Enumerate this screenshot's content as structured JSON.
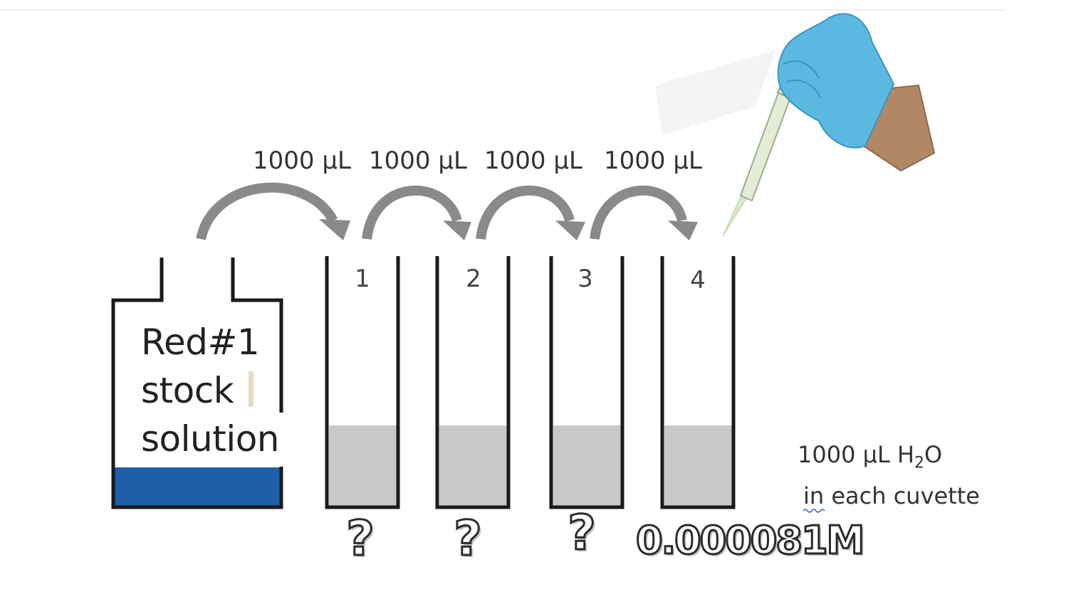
{
  "transfer_labels": [
    "1000 μL",
    "1000 μL",
    "1000 μL",
    "1000 μL"
  ],
  "stock": {
    "line1": "Red#1",
    "line2": "stock",
    "line3": "solution",
    "liquid_color": "#1d5fa8"
  },
  "cuvettes": [
    {
      "number": "1",
      "concentration": "?"
    },
    {
      "number": "2",
      "concentration": "?"
    },
    {
      "number": "3",
      "concentration": "?"
    },
    {
      "number": "4",
      "concentration": "0.000081M"
    }
  ],
  "water_note": {
    "line1_prefix": "1000 μL H",
    "line1_sub": "2",
    "line1_suffix": "O",
    "line2": "in each cuvette"
  },
  "colors": {
    "arrow": "#8a8a8a",
    "cuvette_liquid": "#c8c8c8",
    "outline": "#1a1a1a",
    "glove": "#5bb8e0",
    "skin": "#b08866"
  },
  "icons": [
    "pipette-icon",
    "gloved-hand-icon",
    "curved-arrow-icon"
  ]
}
